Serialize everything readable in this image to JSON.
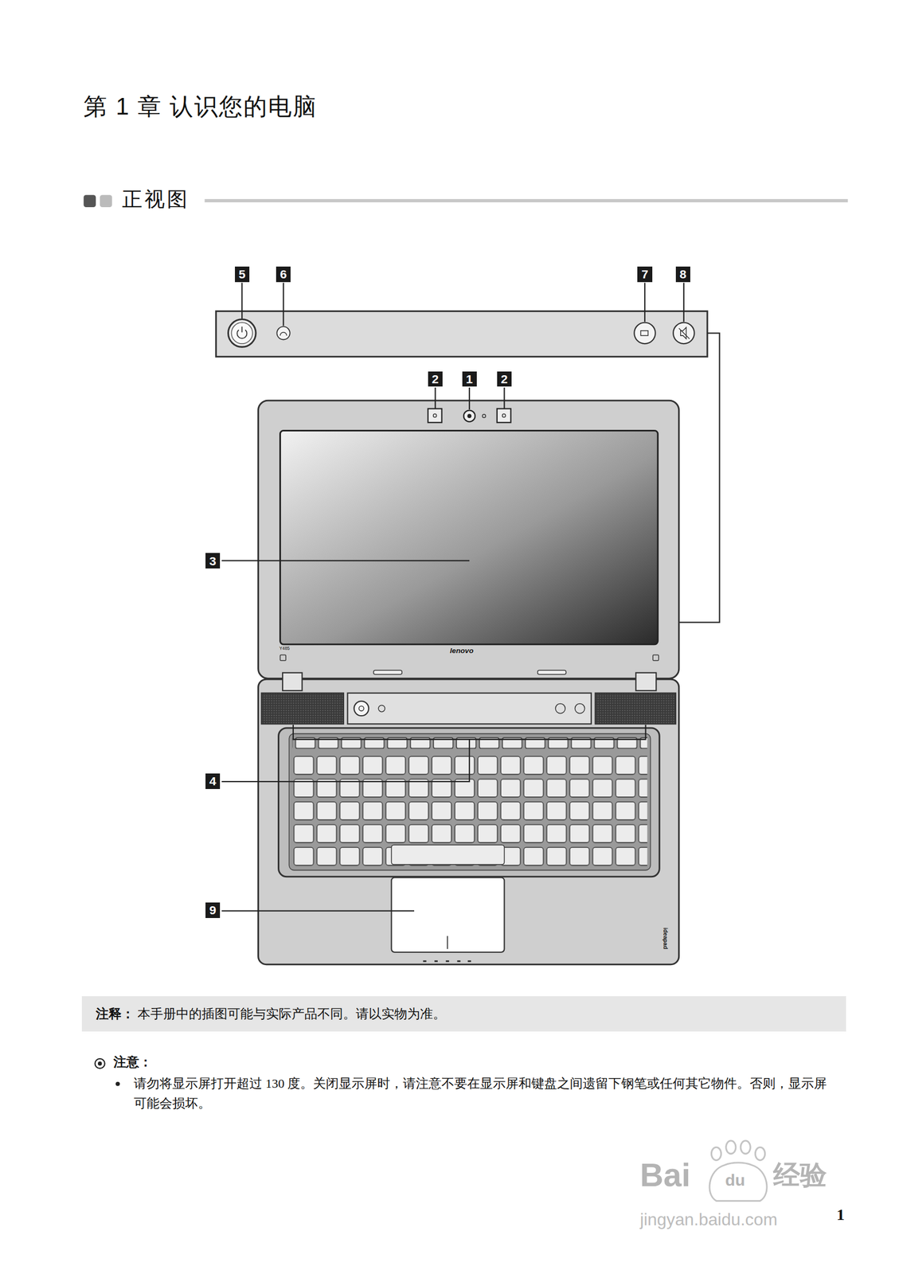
{
  "diagram": {
    "title": "第 1 章 认识您的电脑",
    "nodes": [
      {
        "text": [
          "注释：",
          "本手册中的插图可能与实际产品不同。请以实物为准。"
        ]
      }
    ],
    "labels": [
      "正视图",
      "5",
      "6",
      "7",
      "8",
      "2",
      "1",
      "2",
      "3",
      "4",
      "9",
      "Y485",
      "lenovo",
      "ideapad",
      "注意：",
      "请勿将显示屏打开超过 130 度。关闭显示屏时，请注意不要在显示屏和键盘之间遗留下钢笔或任何其它物件。否则，显示屏可能会损坏。",
      "Bai",
      "du",
      "经验",
      "jingyan.baidu.com",
      "1"
    ]
  }
}
